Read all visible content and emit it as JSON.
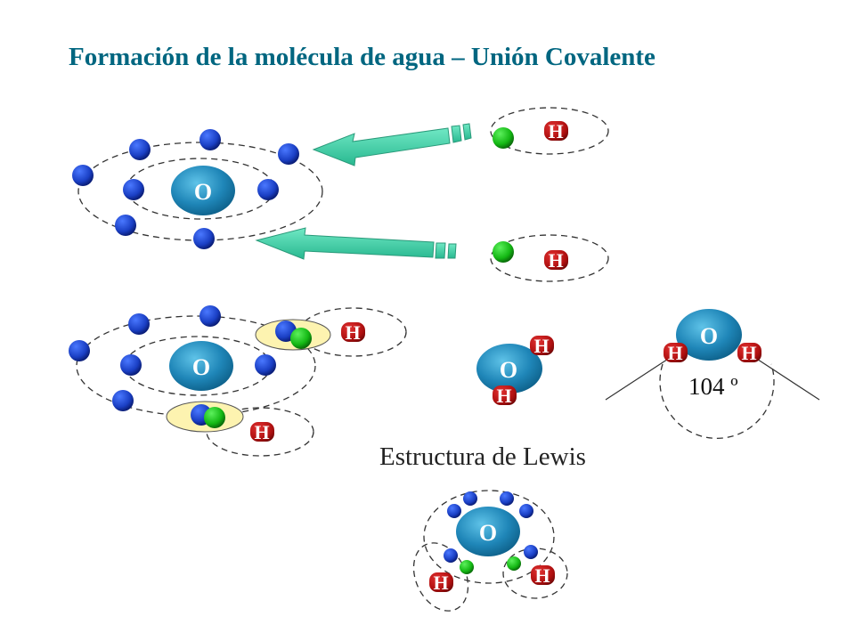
{
  "title": "Formación de la molécula de agua – Unión Covalente",
  "labels": {
    "oxygen": "O",
    "hydrogen": "H",
    "lewis": "Estructura de Lewis",
    "angle": "104 º"
  },
  "colors": {
    "title": "#006680",
    "electron": "#1a3fc4",
    "hydrogen_electron": "#14b814",
    "oxygen_nucleus": "#1f86b8",
    "hydrogen_nucleus": "#b01010",
    "arrow": "#40d0a8",
    "shared_pair": "#fdf3b0"
  }
}
